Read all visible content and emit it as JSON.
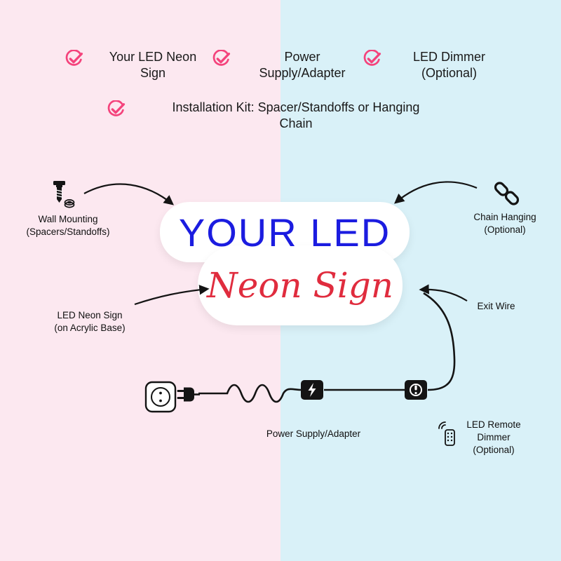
{
  "colors": {
    "bg_left": "#fce8f0",
    "bg_right": "#d9f1f8",
    "check_pink": "#f4437c",
    "sign_blue": "#1b1ce0",
    "sign_red": "#e02c3e",
    "line_black": "#141414",
    "blob_white": "#ffffff"
  },
  "icons": {
    "check": "circled-checkmark",
    "screw": "screw-and-standoff",
    "chain": "chain-links",
    "outlet": "wall-outlet",
    "plug": "power-plug",
    "adapter": "power-adapter-lightning",
    "dimmer": "inline-dimmer-switch",
    "remote": "remote-control-with-signal"
  },
  "checklist": {
    "items": [
      {
        "line1": "Your LED Neon",
        "line2": "Sign"
      },
      {
        "line1": "Power",
        "line2": "Supply/Adapter"
      },
      {
        "line1": "LED Dimmer",
        "line2": "(Optional)"
      },
      {
        "line1": "Installation Kit: Spacer/Standoffs or Hanging",
        "line2": "Chain"
      }
    ]
  },
  "sign": {
    "title": "YOUR LED",
    "script": "Neon Sign"
  },
  "annotations": {
    "wall_mounting": {
      "line1": "Wall Mounting",
      "line2": "(Spacers/Standoffs)"
    },
    "chain_hanging": {
      "line1": "Chain Hanging",
      "line2": "(Optional)"
    },
    "neon_sign": {
      "line1": "LED Neon Sign",
      "line2": "(on Acrylic Base)"
    },
    "exit_wire": "Exit Wire",
    "power_supply": "Power Supply/Adapter",
    "remote": {
      "line1": "LED Remote",
      "line2": "Dimmer",
      "line3": "(Optional)"
    }
  }
}
